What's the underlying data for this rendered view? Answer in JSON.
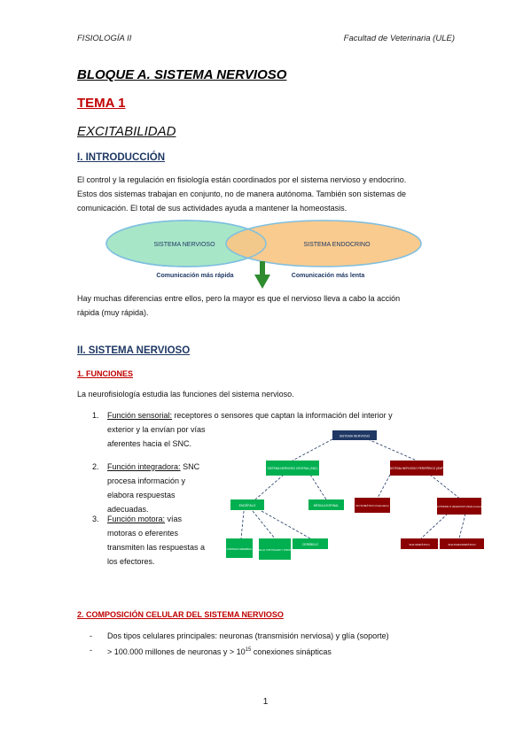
{
  "header": {
    "left": "FISIOLOGÍA II",
    "right": "Facultad de Veterinaria (ULE)"
  },
  "block_title": "BLOQUE A. SISTEMA NERVIOSO",
  "tema": "TEMA 1",
  "topic": "EXCITABILIDAD",
  "section1": {
    "title": "I. INTRODUCCIÓN",
    "lines": [
      "El control y la regulación en fisiología están coordinados por el sistema nervioso y endocrino.",
      "Estos dos sistemas trabajan en conjunto, no de manera autónoma. También son sistemas de",
      "comunicación. El total de sus actividades ayuda a mantener la homeostasis."
    ],
    "venn": {
      "left_label": "SISTEMA NERVIOSO",
      "right_label": "SISTEMA ENDOCRINO",
      "left_caption": "Comunicación más rápida",
      "right_caption": "Comunicación más lenta",
      "left_color": "#a8e6c8",
      "right_color": "#f9c784"
    },
    "after_lines": [
      "Hay muchas diferencias entre ellos, pero la mayor es que el nervioso lleva a cabo la acción",
      "rápida (muy rápida)."
    ]
  },
  "section2": {
    "title": "II. SISTEMA NERVIOSO",
    "sub1": "1. FUNCIONES",
    "intro": "La neurofisiología estudia las funciones del sistema nervioso.",
    "items": [
      {
        "num": "1.",
        "title": "Función sensorial:",
        "lines": [
          " receptores o sensores que captan la información del interior y",
          "exterior y la envían por vías",
          "aferentes hacia el SNC."
        ]
      },
      {
        "num": "2.",
        "title": "Función integradora:",
        "lines": [
          " SNC",
          "procesa información y",
          "elabora respuestas",
          "adecuadas."
        ]
      },
      {
        "num": "3.",
        "title": "Función motora:",
        "lines": [
          " vías",
          "motoras o eferentes",
          "transmiten las respuestas a",
          "los efectores."
        ]
      }
    ],
    "tree": {
      "root": "SISTEMA NERVIOSO",
      "snc": "SISTEMA NERVIOSO CENTRAL (SNC)",
      "snp": "SISTEMA NERVIOSO PERIFÉRICO (SNP)",
      "encefalo": "ENCÉFALO",
      "medula": "MÉDULA ESPINAL",
      "somatico": "SN SOMÁTICO (Voluntario)",
      "autonomo": "SN AUTÓNOMO O VEGETATIVO (SNA) (Involuntario)",
      "corteza": "CORTEZA CEREBRAL",
      "tallo": "TALLO, HIPOTÁLAMO Y OTROS",
      "cerebelo": "CEREBELO",
      "simpatico": "SNA SIMPÁTICO",
      "parasimpatico": "SNA PARASIMPÁTICO",
      "root_color": "#1f3864",
      "green_color": "#00b050",
      "red_color": "#8b0000"
    },
    "sub2": "2. COMPOSICIÓN CELULAR DEL SISTEMA NERVIOSO",
    "bullets": [
      {
        "dash": "-",
        "text": "Dos tipos celulares principales: neuronas (transmisión nerviosa) y glía (soporte)"
      },
      {
        "dash": "-",
        "text_pre": "> 100.000 millones de neuronas y > 10",
        "sup": "15",
        "text_post": " conexiones sinápticas"
      }
    ]
  },
  "page_number": "1"
}
